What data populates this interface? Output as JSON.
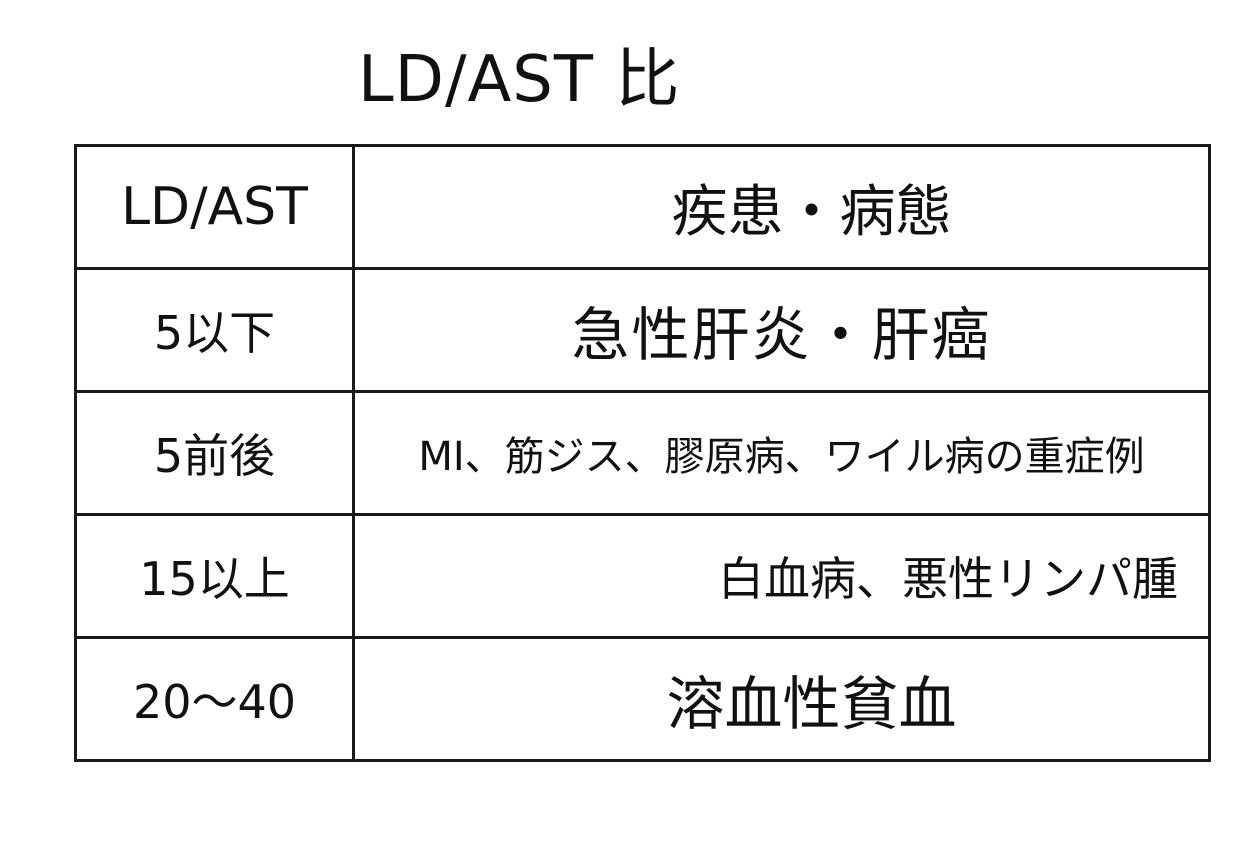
{
  "title": "LD/AST 比",
  "table": {
    "header": {
      "ratio": "LD/AST",
      "disease": "疾患・病態"
    },
    "rows": [
      {
        "ratio": "5以下",
        "disease": "急性肝炎・肝癌"
      },
      {
        "ratio": "5前後",
        "disease": "MI、筋ジス、膠原病、ワイル病の重症例"
      },
      {
        "ratio": "15以上",
        "disease": "白血病、悪性リンパ腫"
      },
      {
        "ratio": "20～40",
        "disease": "溶血性貧血"
      }
    ]
  }
}
